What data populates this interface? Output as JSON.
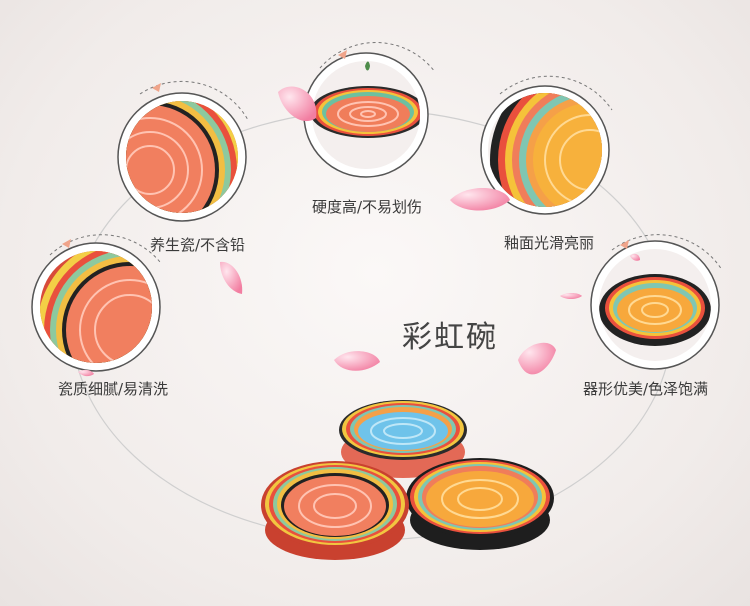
{
  "title": "彩虹碗",
  "features": [
    {
      "label": "硬度高/不易划伤"
    },
    {
      "label": "釉面光滑亮丽"
    },
    {
      "label": "养生瓷/不含铅"
    },
    {
      "label": "器形优美/色泽饱满"
    },
    {
      "label": "瓷质细腻/易清洗"
    }
  ],
  "colors": {
    "ring_line": "#c9c9c9",
    "text": "#3a3a3a",
    "accent_arrow": "#f0a48a",
    "petal": "#f07ea0"
  }
}
